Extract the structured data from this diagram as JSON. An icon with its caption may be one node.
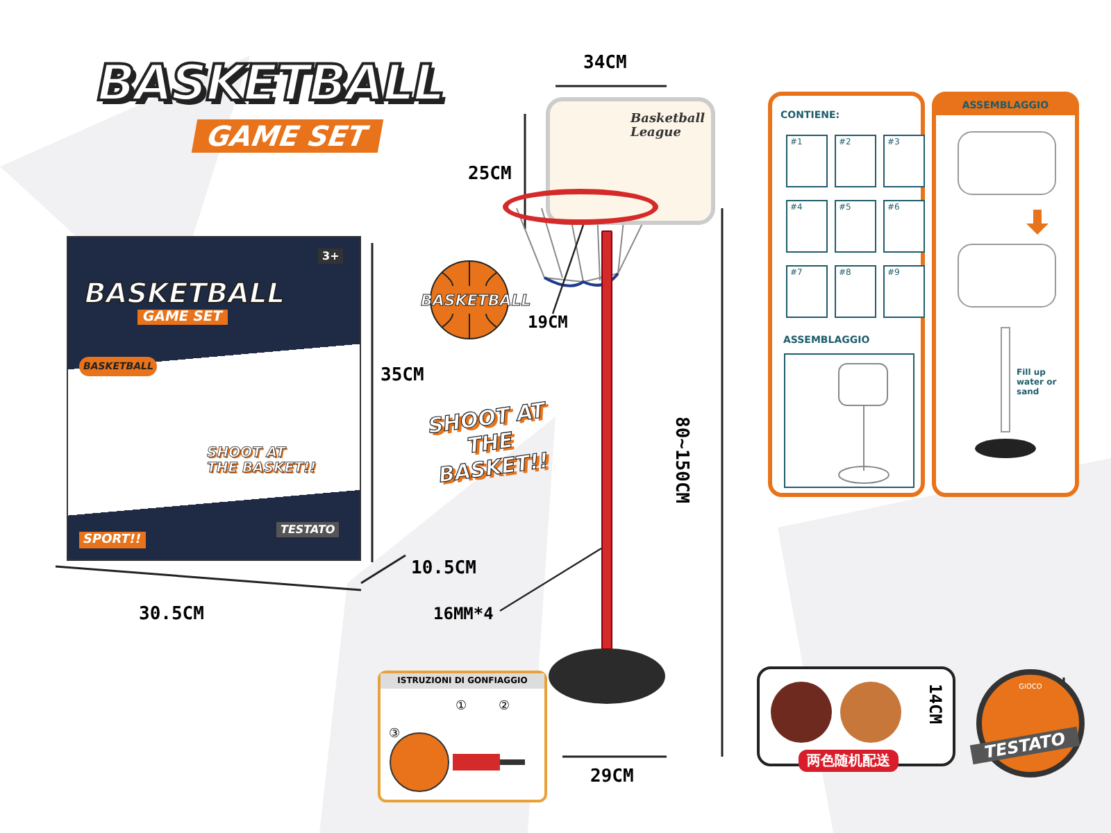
{
  "diagram": {
    "title": "BASKETBALL",
    "nodes": [
      {
        "text": [
          "CONTIENE:",
          "ASSEMBLAGGIO"
        ]
      },
      {
        "text": [
          "#1"
        ],
        "in": 0
      },
      {
        "text": [
          "#2"
        ],
        "in": 0
      },
      {
        "text": [
          "#3"
        ],
        "in": 0
      },
      {
        "text": [
          "#4"
        ],
        "in": 0
      },
      {
        "text": [
          "#5"
        ],
        "in": 0
      },
      {
        "text": [
          "#6"
        ],
        "in": 0
      },
      {
        "text": [
          "#7"
        ],
        "in": 0
      },
      {
        "text": [
          "#8"
        ],
        "in": 0
      },
      {
        "text": [
          "#9"
        ],
        "in": 0
      },
      {
        "text": [
          "ASSEMBLAGGIO",
          "Fill up water or sand"
        ]
      },
      {
        "text": [
          "ISTRUZIONI DI GONFIAGGIO"
        ]
      },
      {
        "text": [
          "14CM",
          "两色随机配送"
        ]
      },
      {
        "text": [
          "16MM*4"
        ]
      },
      {
        "text": [],
        "shape": "bar"
      },
      {
        "text": [
          "19CM"
        ]
      },
      {
        "text": [],
        "shape": "circle"
      },
      {
        "text": [
          "BASKETBALL",
          "GAME SET",
          "3+",
          "BASKETBALL",
          "SHOOT AT THE BASKET!!",
          "SPORT!!",
          "TESTATO"
        ]
      },
      {
        "text": [
          "Basketball League"
        ]
      },
      {
        "text": [
          "GIOCO",
          "TESTATO"
        ]
      }
    ],
    "edges": [
      {
        "from": 13,
        "to": 14,
        "arrow": "none"
      },
      {
        "from": 15,
        "to": 16,
        "arrow": "none"
      }
    ],
    "labels": [
      "GAME SET",
      "34CM",
      "25CM",
      "BASKETBALL",
      "35CM",
      "80~150CM",
      "SHOOT AT THE BASKET!!",
      "10.5CM",
      "30.5CM",
      "29CM",
      "①",
      "②",
      "③"
    ]
  }
}
